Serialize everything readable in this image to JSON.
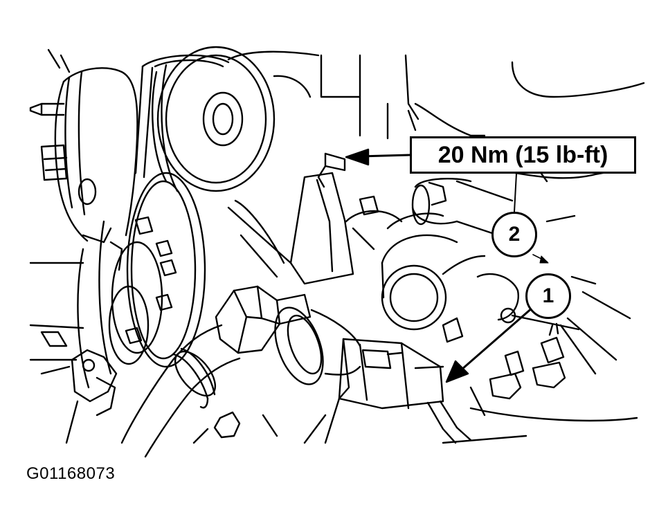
{
  "torque_spec": "20 Nm (15 lb-ft)",
  "callouts": {
    "one": "1",
    "two": "2"
  },
  "figure_id": "G01168073",
  "colors": {
    "line": "#000000",
    "background": "#ffffff"
  }
}
